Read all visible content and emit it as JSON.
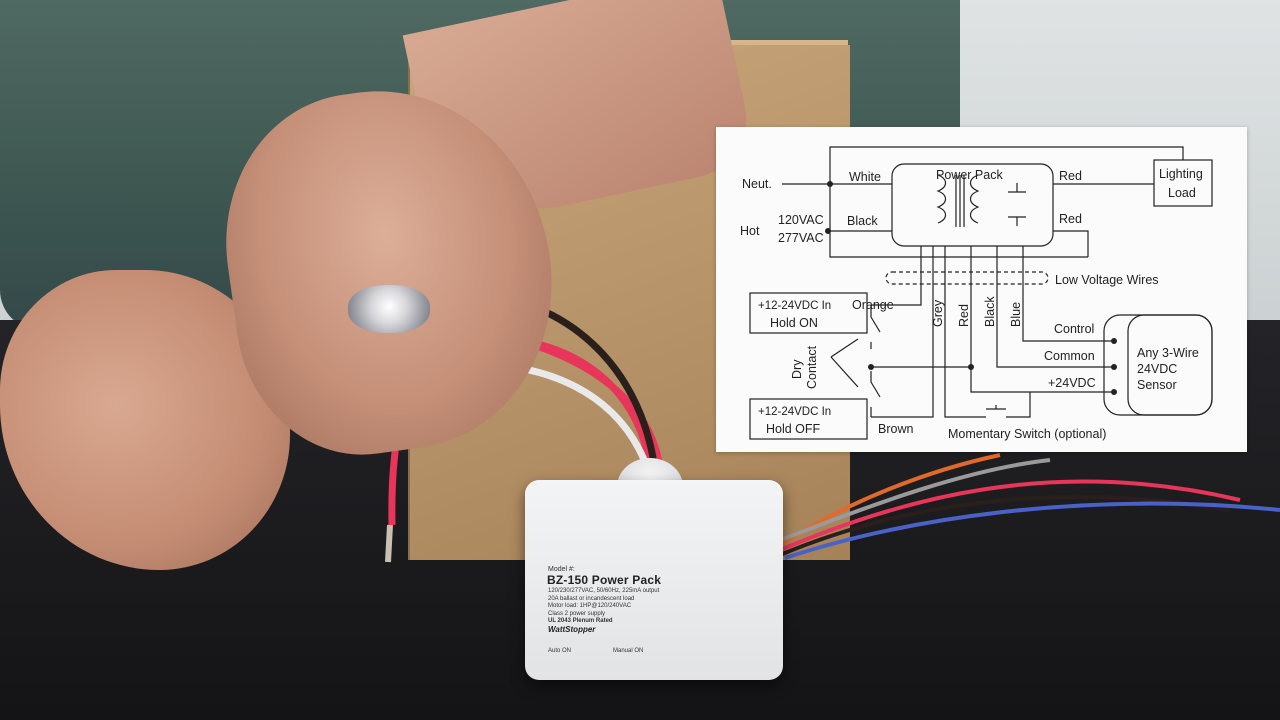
{
  "device": {
    "model_label": "Model #:",
    "name": "BZ-150 Power Pack",
    "specs": [
      "120/230/277VAC, 50/60Hz, 225mA output",
      "20A ballast or incandescent load",
      "Motor load: 1HP@120/240VAC",
      "Class 2 power supply",
      "UL 2043 Plenum Rated"
    ],
    "brand": "WattStopper",
    "switch_auto": "Auto ON",
    "switch_manual": "Manual ON"
  },
  "diagram": {
    "neut": "Neut.",
    "hot": "Hot",
    "v120": "120VAC",
    "v277": "277VAC",
    "white": "White",
    "black_in": "Black",
    "power_pack": "Power Pack",
    "red_1": "Red",
    "red_2": "Red",
    "lighting_1": "Lighting",
    "lighting_2": "Load",
    "low_voltage": "Low Voltage Wires",
    "hold_on_1": "+12-24VDC In",
    "hold_on_2": "Hold ON",
    "hold_off_1": "+12-24VDC In",
    "hold_off_2": "Hold OFF",
    "orange": "Orange",
    "brown": "Brown",
    "dry": "Dry",
    "contact": "Contact",
    "grey": "Grey",
    "red_v": "Red",
    "black_v": "Black",
    "blue_v": "Blue",
    "control": "Control",
    "common": "Common",
    "plus24": "+24VDC",
    "sensor_1": "Any 3-Wire",
    "sensor_2": "24VDC",
    "sensor_3": "Sensor",
    "momentary": "Momentary Switch (optional)"
  },
  "colors": {
    "wire_red": "#e8355a",
    "wire_black": "#2b1f1c",
    "wire_white": "#e9e9e9",
    "wire_blue": "#4a62c8",
    "wire_orange": "#e06a2c",
    "wire_grey": "#9a9a9a",
    "cardboard": "#b8946a",
    "shirt": "#4f6a63"
  }
}
